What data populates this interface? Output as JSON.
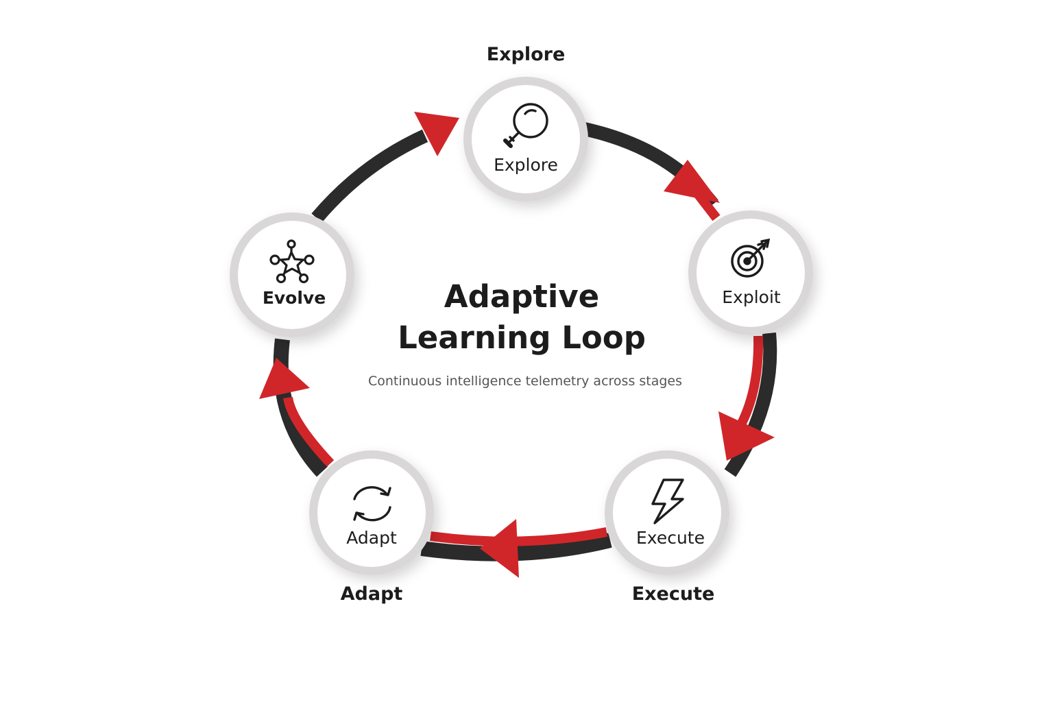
{
  "diagram": {
    "title_line1": "Adaptive",
    "title_line2": "Learning Loop",
    "subtitle": "Continuous intelligence telemetry across stages",
    "colors": {
      "track": "#2b2b2b",
      "accent": "#d0262a",
      "node_ring": "#d9d7d7",
      "node_fill": "#ffffff",
      "text": "#1c1c1c"
    },
    "nodes": [
      {
        "id": "explore",
        "label": "Explore",
        "outer_label": "Explore",
        "icon": "magnifier-icon"
      },
      {
        "id": "exploit",
        "label": "Exploit",
        "icon": "target-icon"
      },
      {
        "id": "execute",
        "label": "Execute",
        "outer_label": "Execute",
        "icon": "lightning-icon"
      },
      {
        "id": "adapt",
        "label": "Adapt",
        "outer_label": "Adapt",
        "icon": "refresh-icon"
      },
      {
        "id": "evolve",
        "label": "Evolve",
        "icon": "network-star-icon"
      }
    ]
  }
}
